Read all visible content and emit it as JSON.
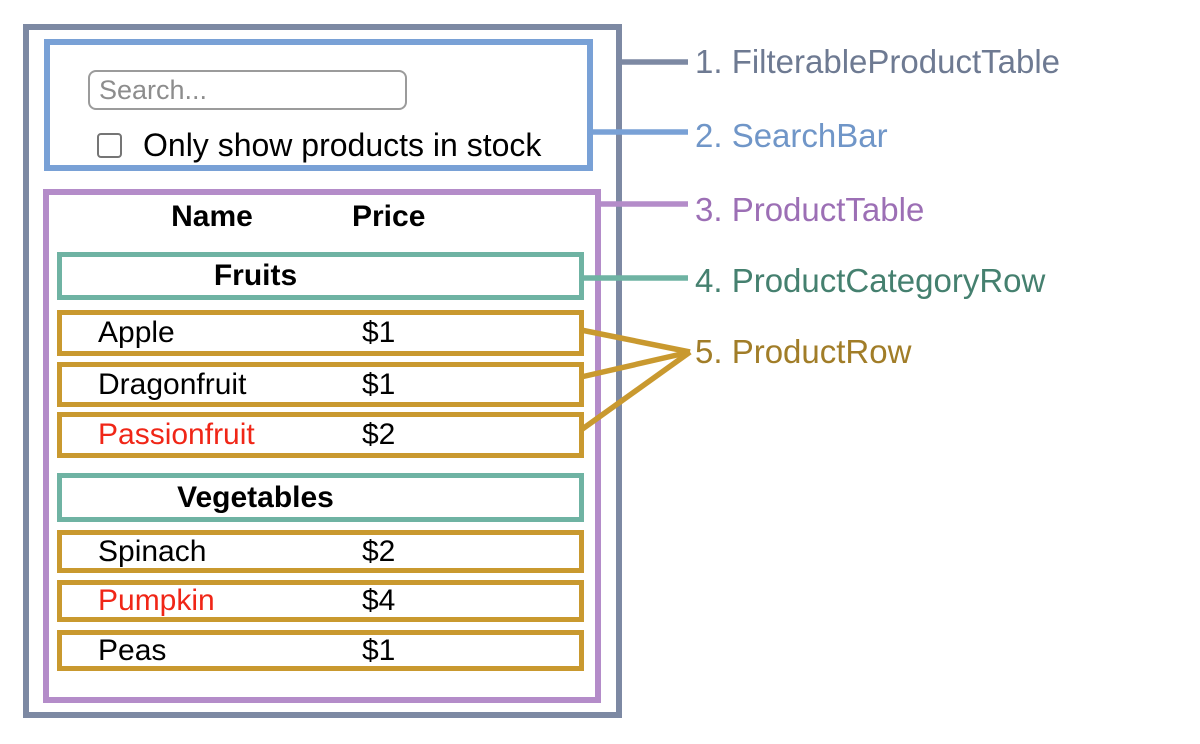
{
  "search_bar": {
    "input_placeholder": "Search...",
    "checkbox_label": "Only show products in stock"
  },
  "table": {
    "headers": {
      "name": "Name",
      "price": "Price"
    },
    "sections": [
      {
        "category": "Fruits",
        "rows": [
          {
            "name": "Apple",
            "price": "$1",
            "out_of_stock": false
          },
          {
            "name": "Dragonfruit",
            "price": "$1",
            "out_of_stock": false
          },
          {
            "name": "Passionfruit",
            "price": "$2",
            "out_of_stock": true
          }
        ]
      },
      {
        "category": "Vegetables",
        "rows": [
          {
            "name": "Spinach",
            "price": "$2",
            "out_of_stock": false
          },
          {
            "name": "Pumpkin",
            "price": "$4",
            "out_of_stock": true
          },
          {
            "name": "Peas",
            "price": "$1",
            "out_of_stock": false
          }
        ]
      }
    ]
  },
  "legend": [
    {
      "label": "1. FilterableProductTable"
    },
    {
      "label": "2. SearchBar"
    },
    {
      "label": "3. ProductTable"
    },
    {
      "label": "4. ProductCategoryRow"
    },
    {
      "label": "5. ProductRow"
    }
  ],
  "colors": {
    "slate-border": "#7d89a3",
    "slate-text": "#6e7a92",
    "blue-border": "#79a1d6",
    "blue-text": "#7096c8",
    "purple-border": "#b48cc9",
    "purple-text": "#9c6fb5",
    "teal-border": "#6fb3a3",
    "teal-text": "#45806f",
    "gold-border": "#c9992f",
    "gold-text": "#a17d28",
    "oos-red": "#f02617",
    "input-border": "#9b9b9b",
    "input-text": "#8d8d8d",
    "checkbox-border": "#757575"
  }
}
